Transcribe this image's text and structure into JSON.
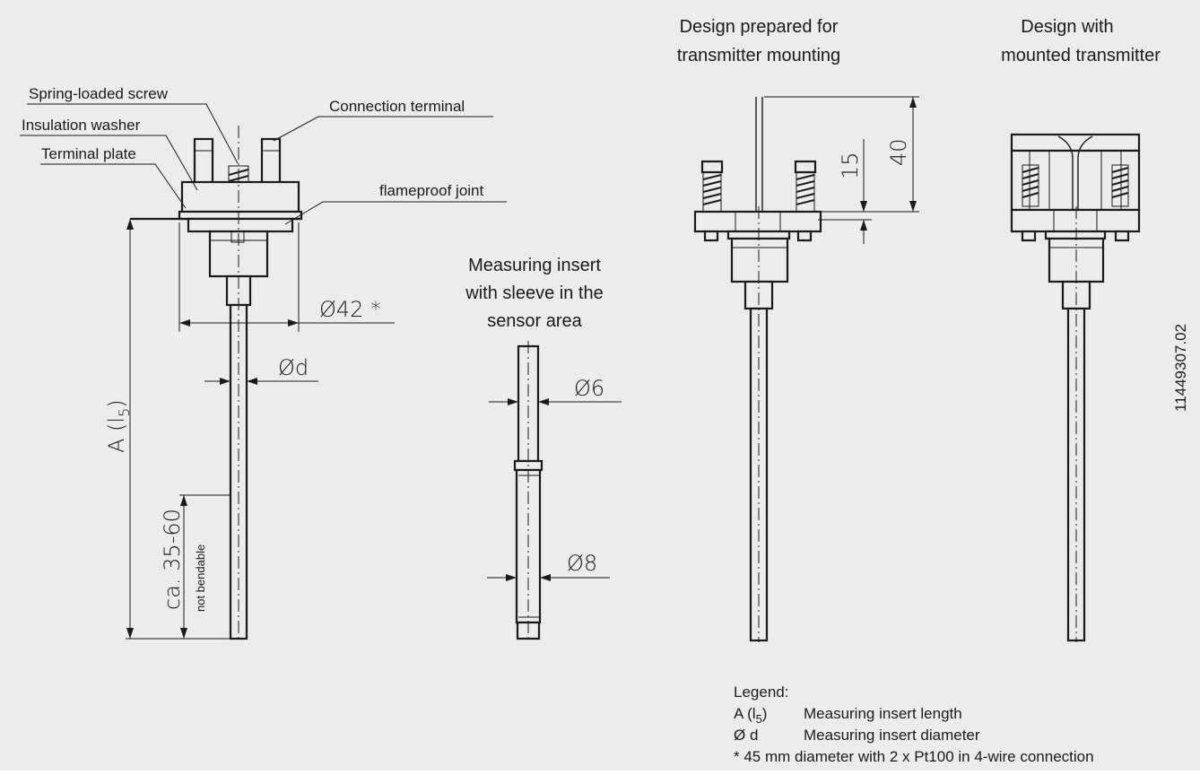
{
  "labels": {
    "spring_loaded_screw": "Spring-loaded screw",
    "insulation_washer": "Insulation washer",
    "terminal_plate": "Terminal plate",
    "connection_terminal": "Connection terminal",
    "flameproof_joint": "flameproof joint"
  },
  "dimensions": {
    "phi42": "Ø42 *",
    "phid": "Ød",
    "a_l5_prefix": "A (l",
    "a_l5_sub": "5",
    "a_l5_suffix": ")",
    "ca": "ca. 35-60",
    "not_bendable": "not bendable",
    "phi6": "Ø6",
    "phi8": "Ø8",
    "dim15": "15",
    "dim40": "40"
  },
  "insert": {
    "title_line1": "Measuring insert",
    "title_line2": "with sleeve in the",
    "title_line3": "sensor area"
  },
  "headers": {
    "prepared_line1": "Design prepared for",
    "prepared_line2": "transmitter mounting",
    "mounted_line1": "Design with",
    "mounted_line2": "mounted transmitter"
  },
  "drawing_id": "11449307.02",
  "legend": {
    "title": "Legend:",
    "rows": [
      {
        "key_prefix": "A (l",
        "key_sub": "5",
        "key_suffix": ")",
        "desc": "Measuring insert length"
      },
      {
        "key_prefix": "Ø d",
        "key_sub": "",
        "key_suffix": "",
        "desc": "Measuring insert diameter"
      }
    ],
    "note": "* 45 mm diameter with 2 x Pt100 in 4-wire connection"
  },
  "colors": {
    "background": "#ececec",
    "ink": "#1a1a1a"
  }
}
